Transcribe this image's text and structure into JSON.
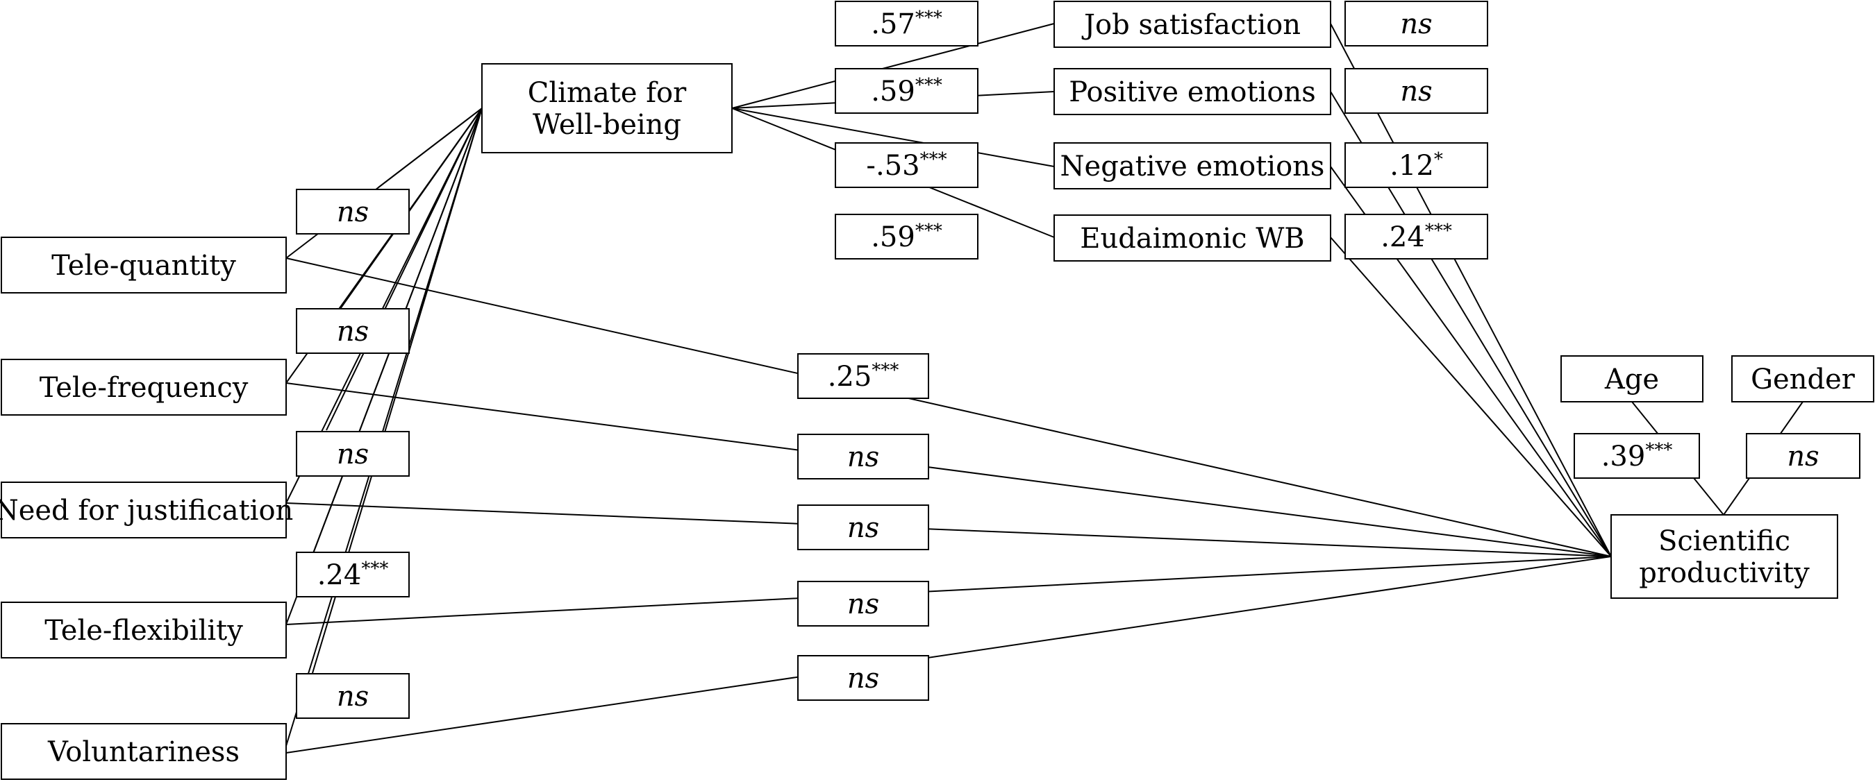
{
  "nodes": {
    "climate": {
      "label_lines": [
        "Climate for",
        "Well-being"
      ]
    },
    "tele_quantity": {
      "label_lines": [
        "Tele-quantity"
      ]
    },
    "tele_frequency": {
      "label_lines": [
        "Tele-frequency"
      ]
    },
    "need_justification": {
      "label_lines": [
        "Need for justification"
      ]
    },
    "tele_flexibility": {
      "label_lines": [
        "Tele-flexibility"
      ]
    },
    "voluntariness": {
      "label_lines": [
        "Voluntariness"
      ]
    },
    "job_satisfaction": {
      "label_lines": [
        "Job satisfaction"
      ]
    },
    "positive_emotions": {
      "label_lines": [
        "Positive emotions"
      ]
    },
    "negative_emotions": {
      "label_lines": [
        "Negative emotions"
      ]
    },
    "eudaimonic_wb": {
      "label_lines": [
        "Eudaimonic WB"
      ]
    },
    "age": {
      "label_lines": [
        "Age"
      ]
    },
    "gender": {
      "label_lines": [
        "Gender"
      ]
    },
    "scientific_productivity": {
      "label_lines": [
        "Scientific",
        "productivity"
      ]
    }
  },
  "coefficients": {
    "quantity_climate": {
      "value": "ns",
      "stars": ""
    },
    "frequency_climate": {
      "value": "ns",
      "stars": ""
    },
    "justification_climate": {
      "value": "ns",
      "stars": ""
    },
    "flexibility_climate": {
      "value": ".24",
      "stars": "***"
    },
    "voluntariness_climate": {
      "value": "ns",
      "stars": ""
    },
    "climate_job_satisfaction": {
      "value": ".57",
      "stars": "***"
    },
    "climate_positive_emotions": {
      "value": ".59",
      "stars": "***"
    },
    "climate_negative_emotions": {
      "value": "-.53",
      "stars": "***"
    },
    "climate_eudaimonic": {
      "value": ".59",
      "stars": "***"
    },
    "job_satisfaction_productivity": {
      "value": "ns",
      "stars": ""
    },
    "positive_emotions_productivity": {
      "value": "ns",
      "stars": ""
    },
    "negative_emotions_productivity": {
      "value": ".12",
      "stars": "*"
    },
    "eudaimonic_productivity": {
      "value": ".24",
      "stars": "***"
    },
    "quantity_productivity": {
      "value": ".25",
      "stars": "***"
    },
    "frequency_productivity": {
      "value": "ns",
      "stars": ""
    },
    "justification_productivity": {
      "value": "ns",
      "stars": ""
    },
    "flexibility_productivity": {
      "value": "ns",
      "stars": ""
    },
    "voluntariness_productivity": {
      "value": "ns",
      "stars": ""
    },
    "age_productivity": {
      "value": ".39",
      "stars": "***"
    },
    "gender_productivity": {
      "value": "ns",
      "stars": ""
    }
  }
}
